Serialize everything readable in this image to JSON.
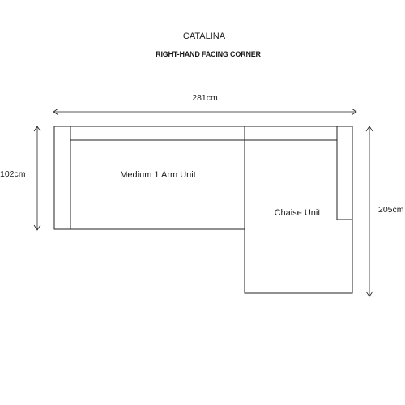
{
  "title": "CATALINA",
  "subtitle": "RIGHT-HAND FACING CORNER",
  "dimensions": {
    "overall_width": "281cm",
    "left_depth": "102cm",
    "right_depth": "205cm"
  },
  "units": {
    "medium_unit": "Medium 1 Arm Unit",
    "chaise_unit": "Chaise Unit"
  }
}
